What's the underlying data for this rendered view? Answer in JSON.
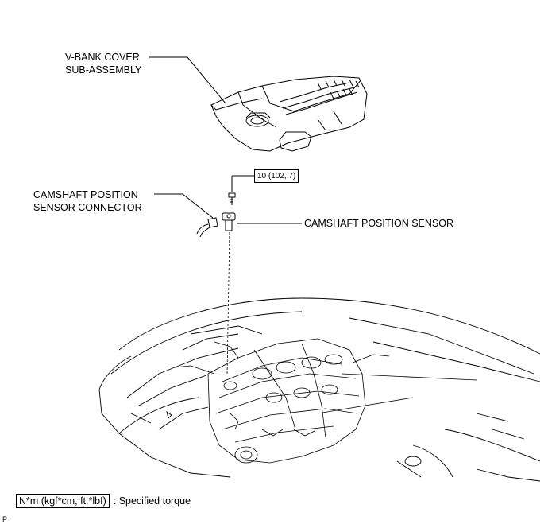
{
  "labels": {
    "vbank_line1": "V-BANK COVER",
    "vbank_line2": "SUB-ASSEMBLY",
    "connector_line1": "CAMSHAFT POSITION",
    "connector_line2": "SENSOR CONNECTOR",
    "sensor": "CAMSHAFT POSITION SENSOR"
  },
  "torque": {
    "value": "10 (102, 7)"
  },
  "legend": {
    "unit": "N*m (kgf*cm, ft.*lbf)",
    "description": ": Specified torque"
  },
  "corner_code": "P"
}
